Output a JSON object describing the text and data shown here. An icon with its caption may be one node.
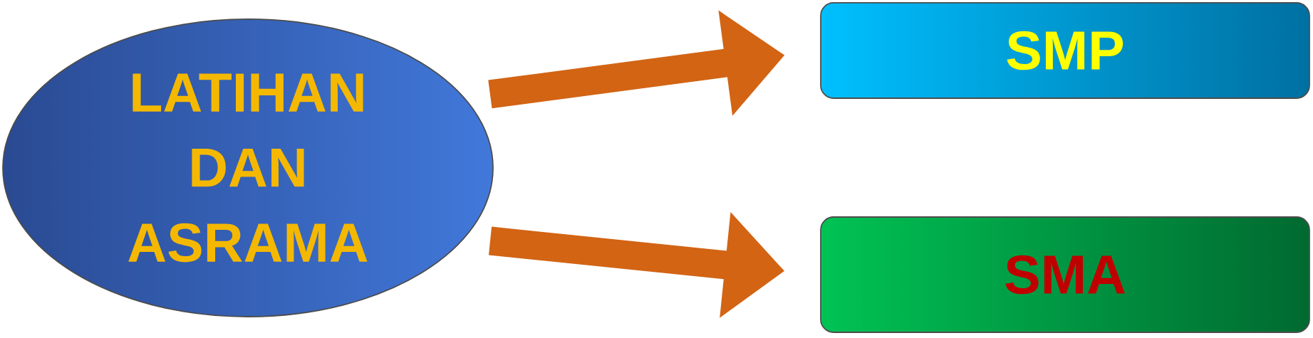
{
  "diagram": {
    "nodes": [
      {
        "text": [
          "LATIHAN DAN ASRAMA"
        ]
      },
      {
        "text": [
          "SMP"
        ]
      },
      {
        "text": [
          "SMA"
        ]
      }
    ],
    "edges": [
      {
        "from": 0,
        "to": 1,
        "arrow": "to"
      },
      {
        "from": 0,
        "to": 2,
        "arrow": "to"
      }
    ]
  }
}
